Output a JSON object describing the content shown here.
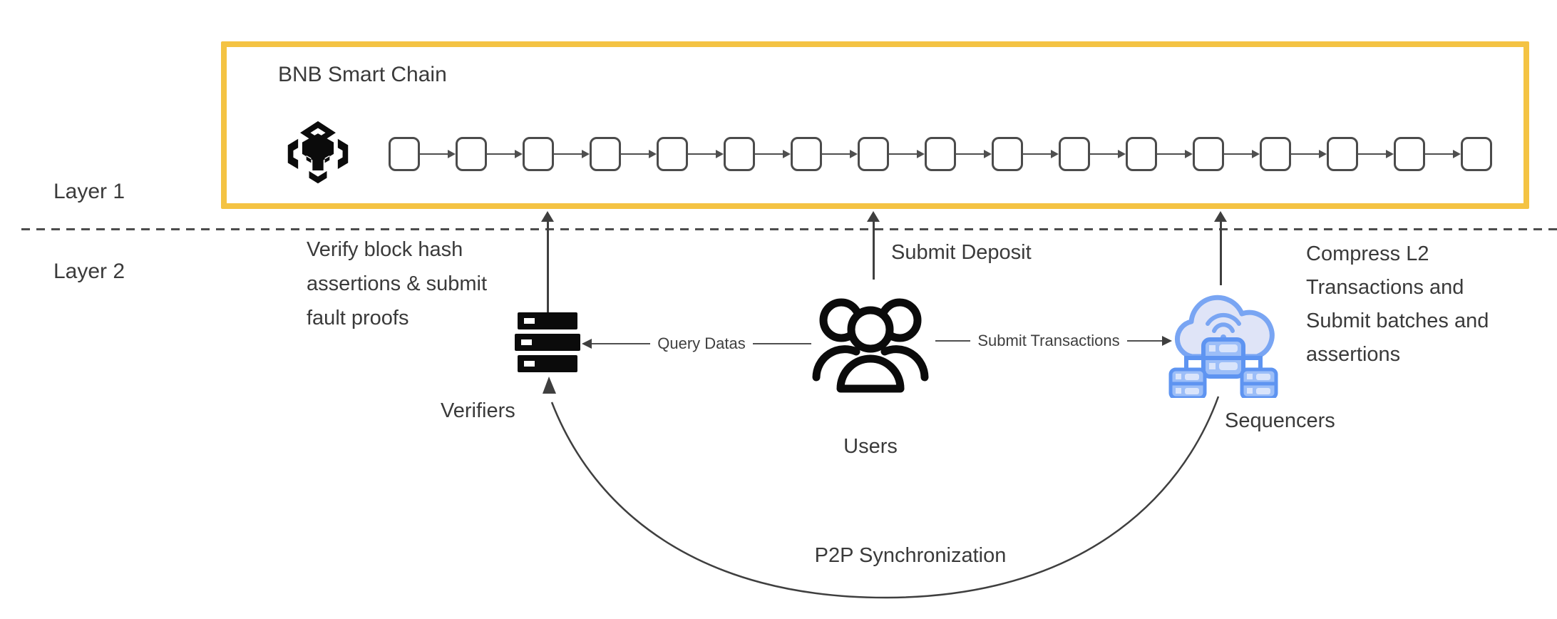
{
  "diagram": {
    "title": "BNB Smart Chain",
    "layer1_label": "Layer 1",
    "layer2_label": "Layer 2",
    "chain": {
      "block_count": 17
    },
    "colors": {
      "accent_yellow": "#F4C343",
      "ink": "#3A3A3A",
      "line": "#3F3F3F",
      "icon_black": "#0B0B0B",
      "blue_stroke": "#5E94F1",
      "blue_cloud_stroke": "#79A5F3",
      "blue_cloud_fill": "#DFE4F7",
      "blue_server_fill": "#9CBEF8",
      "blue_slot_fill": "#D9E4FB"
    },
    "icons": {
      "l1_logo": "bnb-chain-logo",
      "verifiers": "server-rack-icon",
      "users": "users-group-icon",
      "sequencers": "cloud-server-icon"
    },
    "nodes": {
      "verifiers": {
        "label": "Verifiers"
      },
      "users": {
        "label": "Users"
      },
      "sequencers": {
        "label": "Sequencers"
      }
    },
    "annotations": {
      "verifiers_lines": [
        "Verify block hash",
        "assertions & submit",
        "fault proofs"
      ],
      "sequencers_lines": [
        "Compress L2",
        "Transactions and",
        "Submit batches and",
        "assertions"
      ]
    },
    "edges": {
      "submit_deposit": "Submit Deposit",
      "query_datas": "Query Datas",
      "submit_transactions": "Submit Transactions",
      "p2p_sync": "P2P Synchronization"
    }
  }
}
